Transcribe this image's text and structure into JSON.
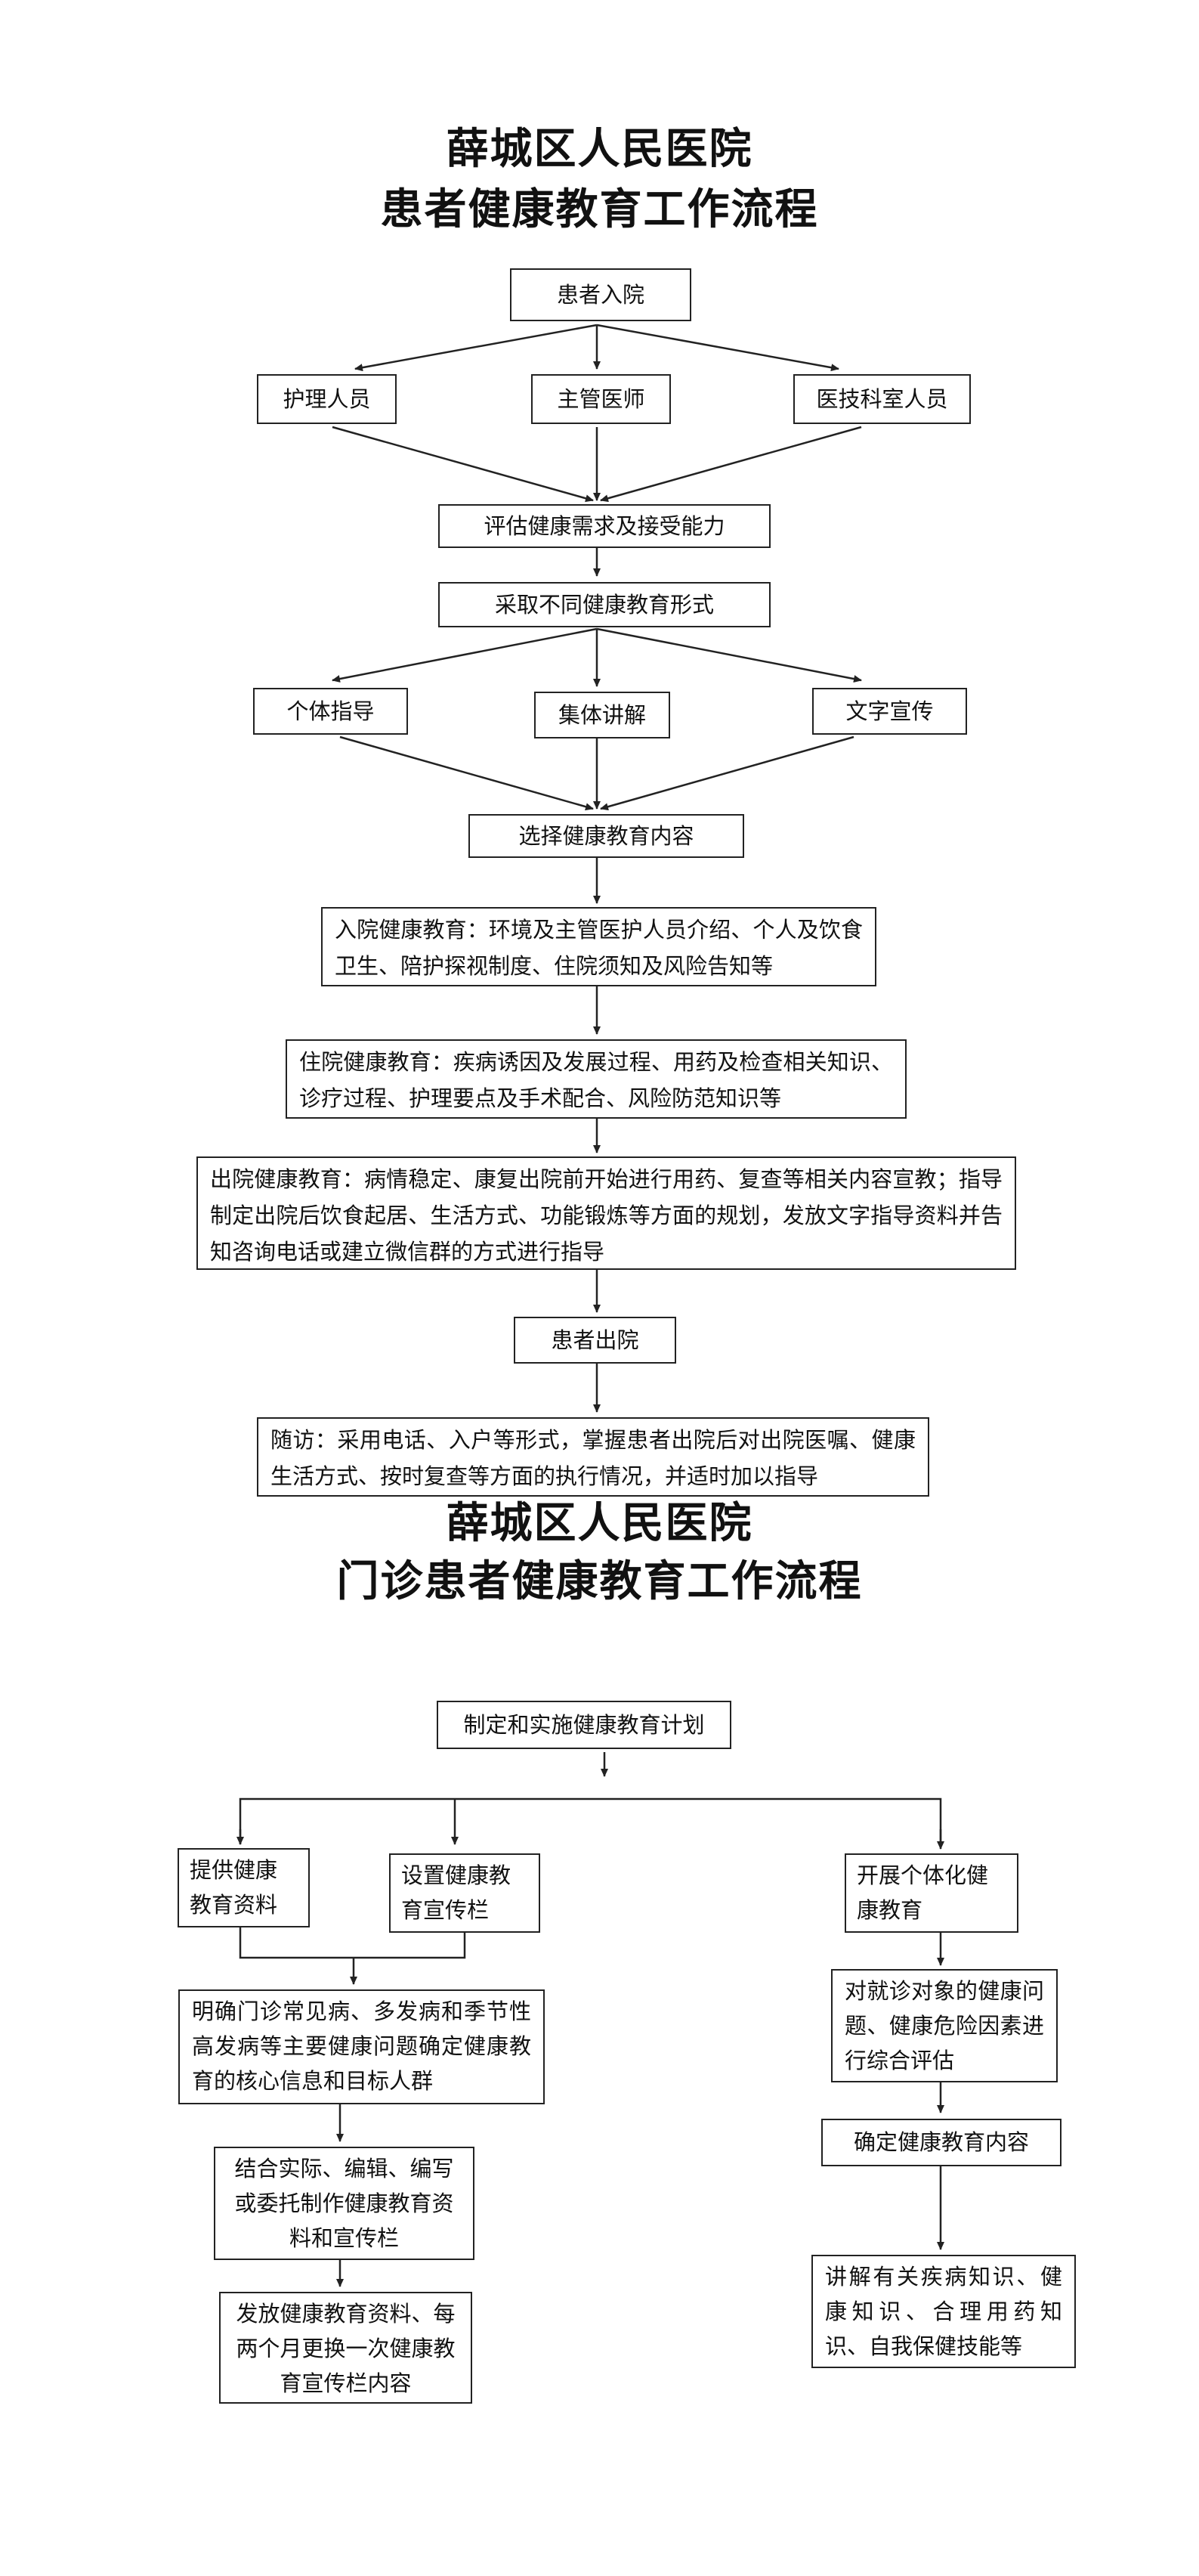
{
  "inpatient": {
    "title_line1": "薛城区人民医院",
    "title_line2": "患者健康教育工作流程",
    "admit": "患者入院",
    "staff": [
      "护理人员",
      "主管医师",
      "医技科室人员"
    ],
    "assess": "评估健康需求及接受能力",
    "forms_header": "采取不同健康教育形式",
    "forms": [
      "个体指导",
      "集体讲解",
      "文字宣传"
    ],
    "select_content": "选择健康教育内容",
    "admission_edu": "入院健康教育：环境及主管医护人员介绍、个人及饮食卫生、陪护探视制度、住院须知及风险告知等",
    "hospital_edu": "住院健康教育：疾病诱因及发展过程、用药及检查相关知识、诊疗过程、护理要点及手术配合、风险防范知识等",
    "discharge_edu": "出院健康教育：病情稳定、康复出院前开始进行用药、复查等相关内容宣教；指导制定出院后饮食起居、生活方式、功能锻炼等方面的规划，发放文字指导资料并告知咨询电话或建立微信群的方式进行指导",
    "discharged": "患者出院",
    "followup": "随访：采用电话、入户等形式，掌握患者出院后对出院医嘱、健康生活方式、按时复查等方面的执行情况，并适时加以指导"
  },
  "outpatient": {
    "title_line1": "薛城区人民医院",
    "title_line2": "门诊患者健康教育工作流程",
    "plan": "制定和实施健康教育计划",
    "provide": "提供健康教育资料",
    "setup": "设置健康教育宣传栏",
    "individual": "开展个体化健康教育",
    "clarify": "明确门诊常见病、多发病和季节性高发病等主要健康问题确定健康教育的核心信息和目标人群",
    "compile": "结合实际、编辑、编写或委托制作健康教育资料和宣传栏",
    "distribute": "发放健康教育资料、每两个月更换一次健康教育宣传栏内容",
    "evaluate": "对就诊对象的健康问题、健康危险因素进行综合评估",
    "determine": "确定健康教育内容",
    "explain": "讲解有关疾病知识、健康知识、合理用药知识、自我保健技能等"
  }
}
